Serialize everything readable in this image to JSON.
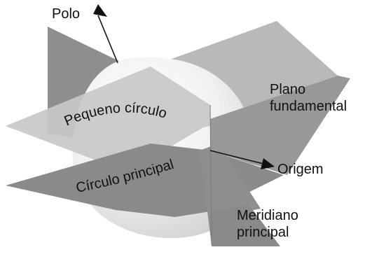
{
  "labels": {
    "pole": "Polo",
    "fundamental_plane_line1": "Plano",
    "fundamental_plane_line2": "fundamental",
    "small_circle": "Pequeno círculo",
    "origin": "Origem",
    "principal_circle": "Círculo principal",
    "principal_meridian_line1": "Meridiano",
    "principal_meridian_line2": "principal"
  }
}
